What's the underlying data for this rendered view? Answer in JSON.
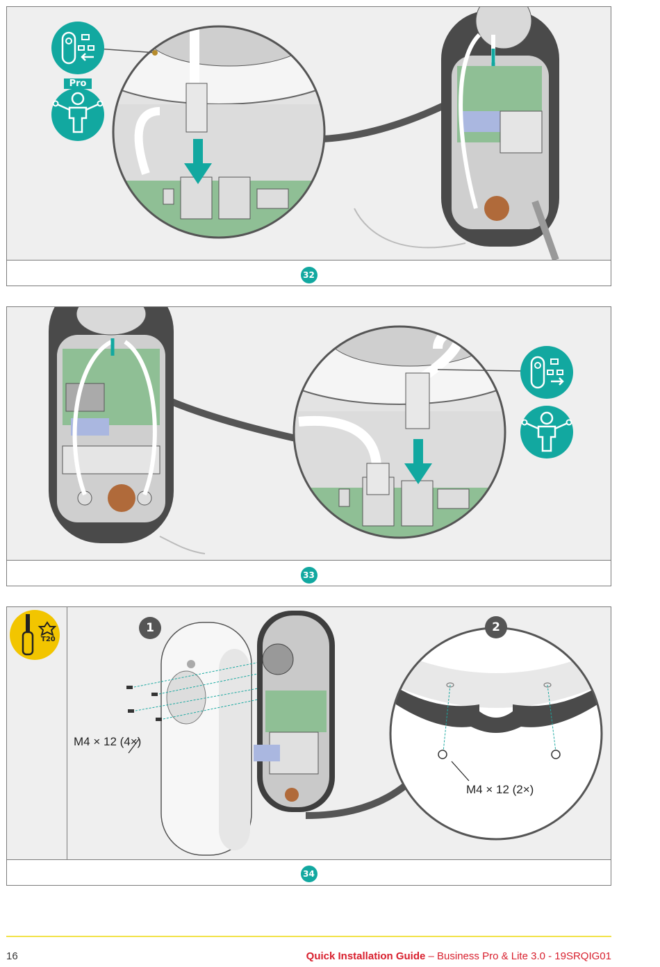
{
  "steps": {
    "step32": {
      "badge": "32"
    },
    "step33": {
      "badge": "33"
    },
    "step34": {
      "badge": "34",
      "tool_label": "T20",
      "callout1": "1",
      "callout2": "2",
      "screws_cover": "M4 × 12 (4×)",
      "screws_bottom": "M4 × 12 (2×)"
    }
  },
  "icons": {
    "pro_label": "Pro"
  },
  "footer": {
    "page_number": "16",
    "title_bold": "Quick Installation Guide",
    "title_rest": " – Business Pro & Lite 3.0 - 19SRQIG01"
  },
  "colors": {
    "teal": "#12a8a0",
    "yellow": "#f2c500",
    "footer_red": "#d8202e",
    "footer_line": "#f2e24a",
    "pcb_green": "#8fbf95"
  }
}
